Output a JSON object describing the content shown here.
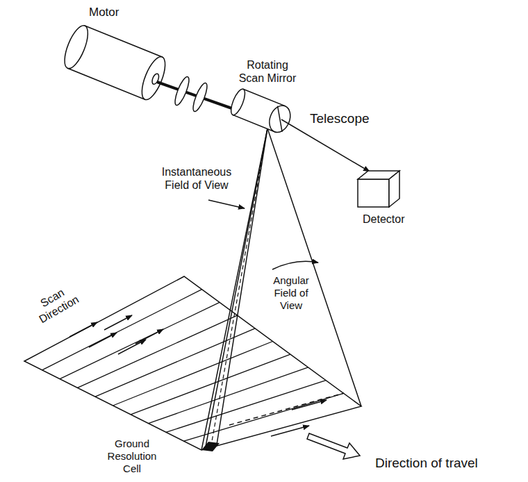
{
  "diagram": {
    "labels": [
      "Motor",
      "Rotating Scan Mirror",
      "Telescope",
      "Instantaneous Field of View",
      "Detector",
      "Angular Field of View",
      "Scan Direction",
      "Ground Resolution Cell",
      "Direction of travel"
    ]
  }
}
